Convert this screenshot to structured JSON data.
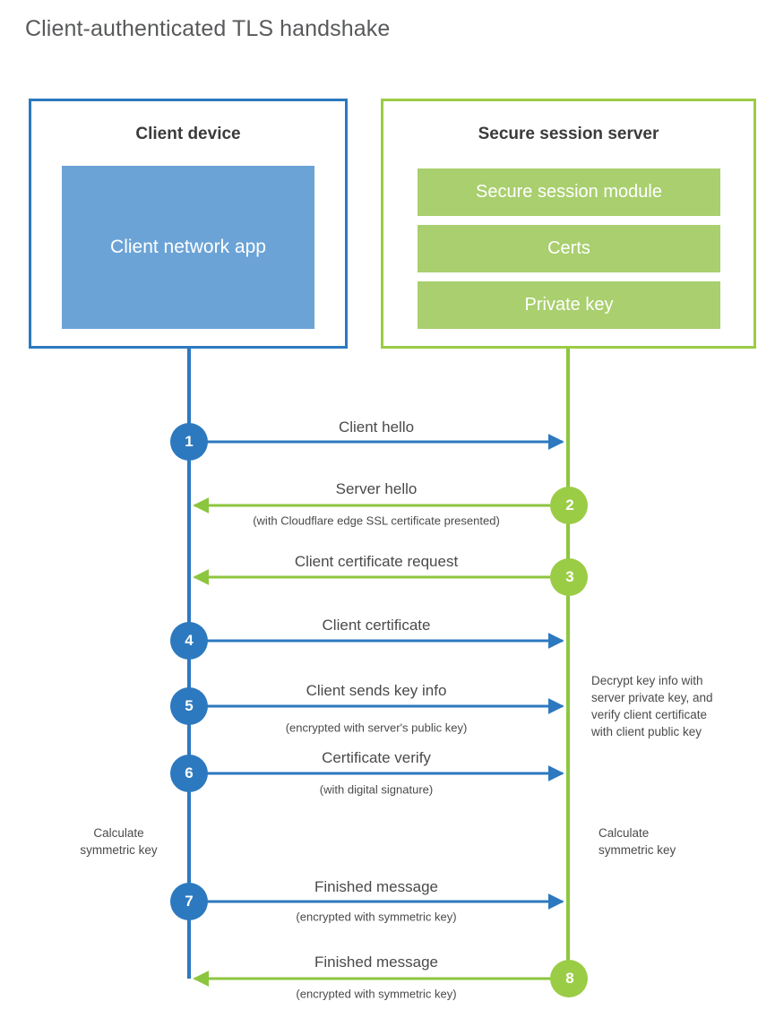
{
  "title": "Client-authenticated TLS handshake",
  "colors": {
    "client_blue": "#2c79bf",
    "client_app_fill": "#6ba3d6",
    "server_green": "#9bcc45",
    "server_bar_fill": "#a9cf6e",
    "text": "#4a4a4a",
    "title_text": "#58595b",
    "background": "#ffffff"
  },
  "client_box": {
    "title": "Client device",
    "app_label": "Client network app"
  },
  "server_box": {
    "title": "Secure session server",
    "modules": [
      "Secure session module",
      "Certs",
      "Private key"
    ]
  },
  "steps": [
    {
      "number": "1",
      "direction": "client-to-server",
      "color": "client",
      "label": "Client hello",
      "sub": ""
    },
    {
      "number": "2",
      "direction": "server-to-client",
      "color": "server",
      "label": "Server hello",
      "sub": "(with Cloudflare edge SSL certificate presented)"
    },
    {
      "number": "3",
      "direction": "server-to-client",
      "color": "server",
      "label": "Client certificate request",
      "sub": ""
    },
    {
      "number": "4",
      "direction": "client-to-server",
      "color": "client",
      "label": "Client certificate",
      "sub": ""
    },
    {
      "number": "5",
      "direction": "client-to-server",
      "color": "client",
      "label": "Client sends key info",
      "sub": "(encrypted with server's public key)"
    },
    {
      "number": "6",
      "direction": "client-to-server",
      "color": "client",
      "label": "Certificate verify",
      "sub": "(with digital signature)"
    },
    {
      "number": "7",
      "direction": "client-to-server",
      "color": "client",
      "label": "Finished message",
      "sub": "(encrypted with symmetric key)"
    },
    {
      "number": "8",
      "direction": "server-to-client",
      "color": "server",
      "label": "Finished message",
      "sub": "(encrypted with symmetric key)"
    }
  ],
  "annotations": {
    "server_decrypt_note": "Decrypt key info with server private key, and verify client certificate with client public key",
    "server_decrypt_lines": [
      "Decrypt key info with",
      "server private key, and",
      "verify client certificate",
      "with client public key"
    ],
    "client_calc_lines": [
      "Calculate",
      "symmetric key"
    ],
    "server_calc_lines": [
      "Calculate",
      "symmetric key"
    ]
  }
}
